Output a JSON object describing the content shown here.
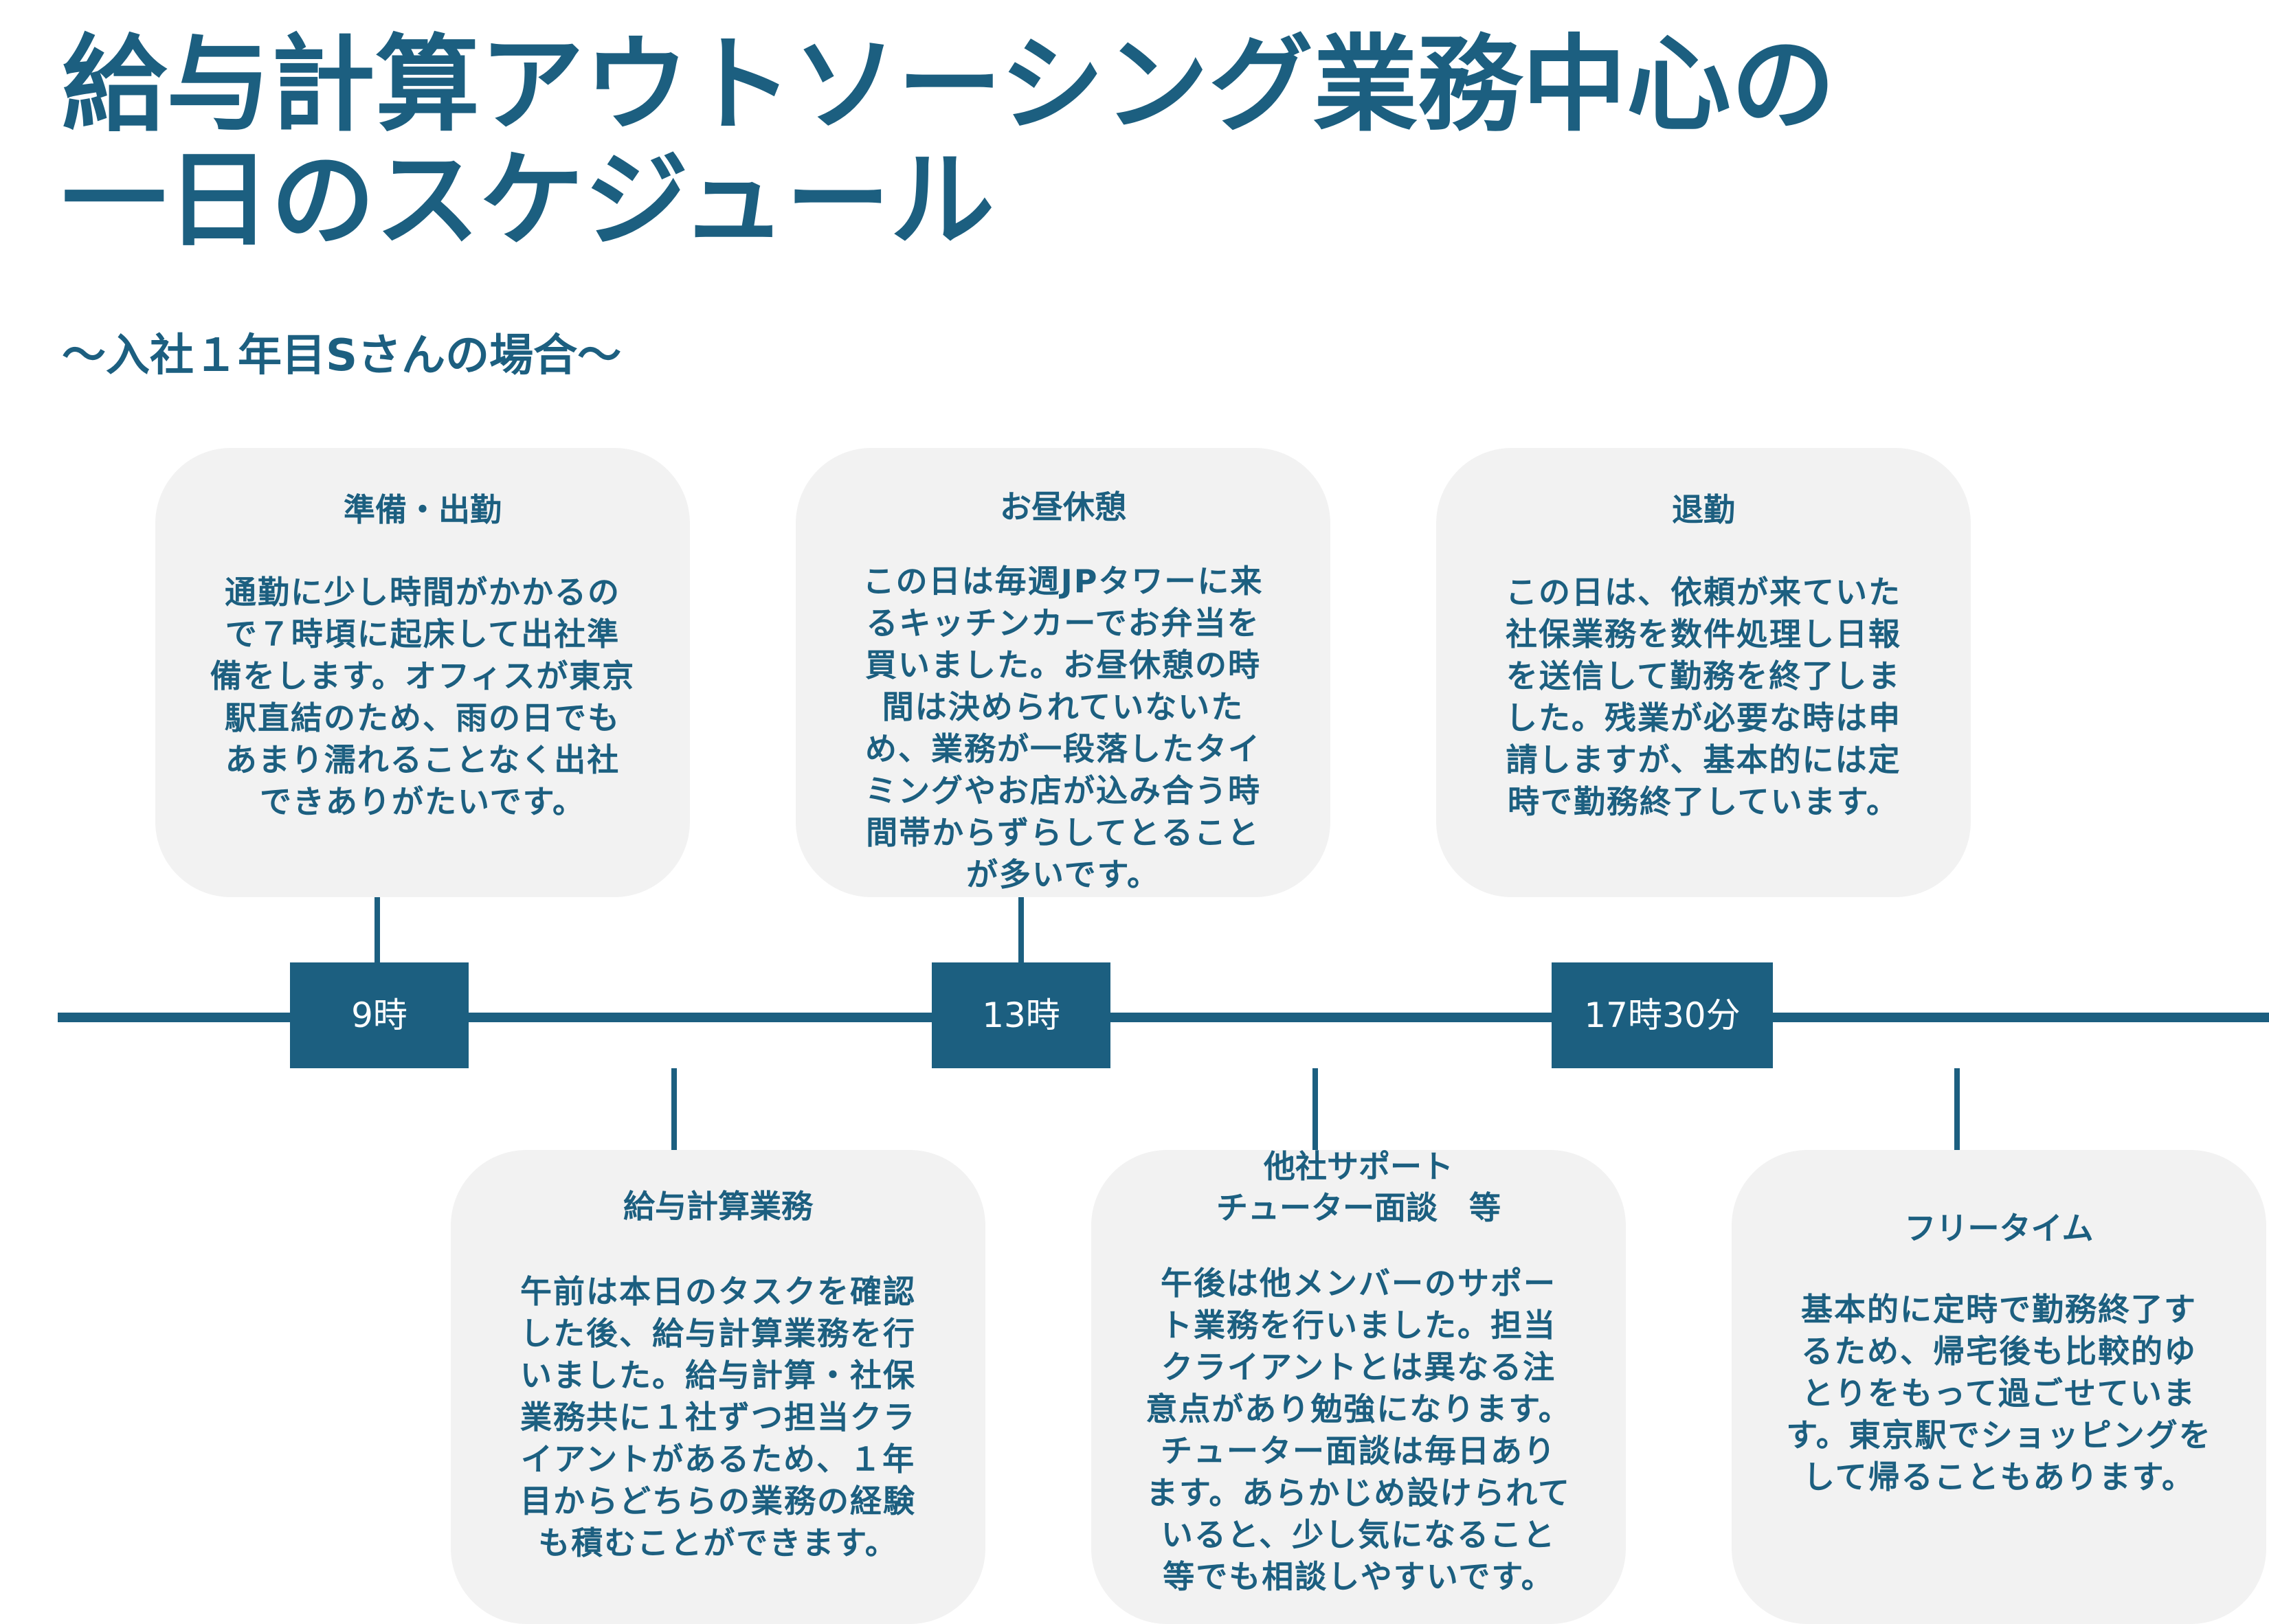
{
  "title": {
    "line1": "給与計算アウトソーシング業務中心の",
    "line2": "一日のスケジュール"
  },
  "subtitle": "〜入社１年目Sさんの場合〜",
  "markers": [
    {
      "label": "9時"
    },
    {
      "label": "13時"
    },
    {
      "label": "17時30分"
    }
  ],
  "cards": {
    "upper": [
      {
        "title": "準備・出勤",
        "body": "通勤に少し時間がかかるので７時頃に起床して出社準備をします。オフィスが東京駅直結のため、雨の日でもあまり濡れることなく出社できありがたいです。"
      },
      {
        "title": "お昼休憩",
        "body": "この日は毎週JPタワーに来るキッチンカーでお弁当を買いました。お昼休憩の時間は決められていないため、業務が一段落したタイミングやお店が込み合う時間帯からずらしてとることが多いです。"
      },
      {
        "title": "退勤",
        "body": "この日は、依頼が来ていた社保業務を数件処理し日報を送信して勤務を終了しました。残業が必要な時は申請しますが、基本的には定時で勤務終了しています。"
      }
    ],
    "lower": [
      {
        "title": "給与計算業務",
        "body": "午前は本日のタスクを確認した後、給与計算業務を行いました。給与計算・社保業務共に１社ずつ担当クライアントがあるため、１年目からどちらの業務の経験も積むことができます。"
      },
      {
        "title": "他社サポート\nチューター面談　等",
        "body": "午後は他メンバーのサポート業務を行いました。担当クライアントとは異なる注意点があり勉強になります。チューター面談は毎日あります。あらかじめ設けられていると、少し気になること等でも相談しやすいです。"
      },
      {
        "title": "フリータイム",
        "body": "基本的に定時で勤務終了するため、帰宅後も比較的ゆとりをもって過ごせています。東京駅でショッピングをして帰ることもあります。"
      }
    ]
  },
  "colors": {
    "accent": "#1c5f80",
    "card_bg": "#f2f2f2",
    "marker_text": "#ffffff"
  }
}
